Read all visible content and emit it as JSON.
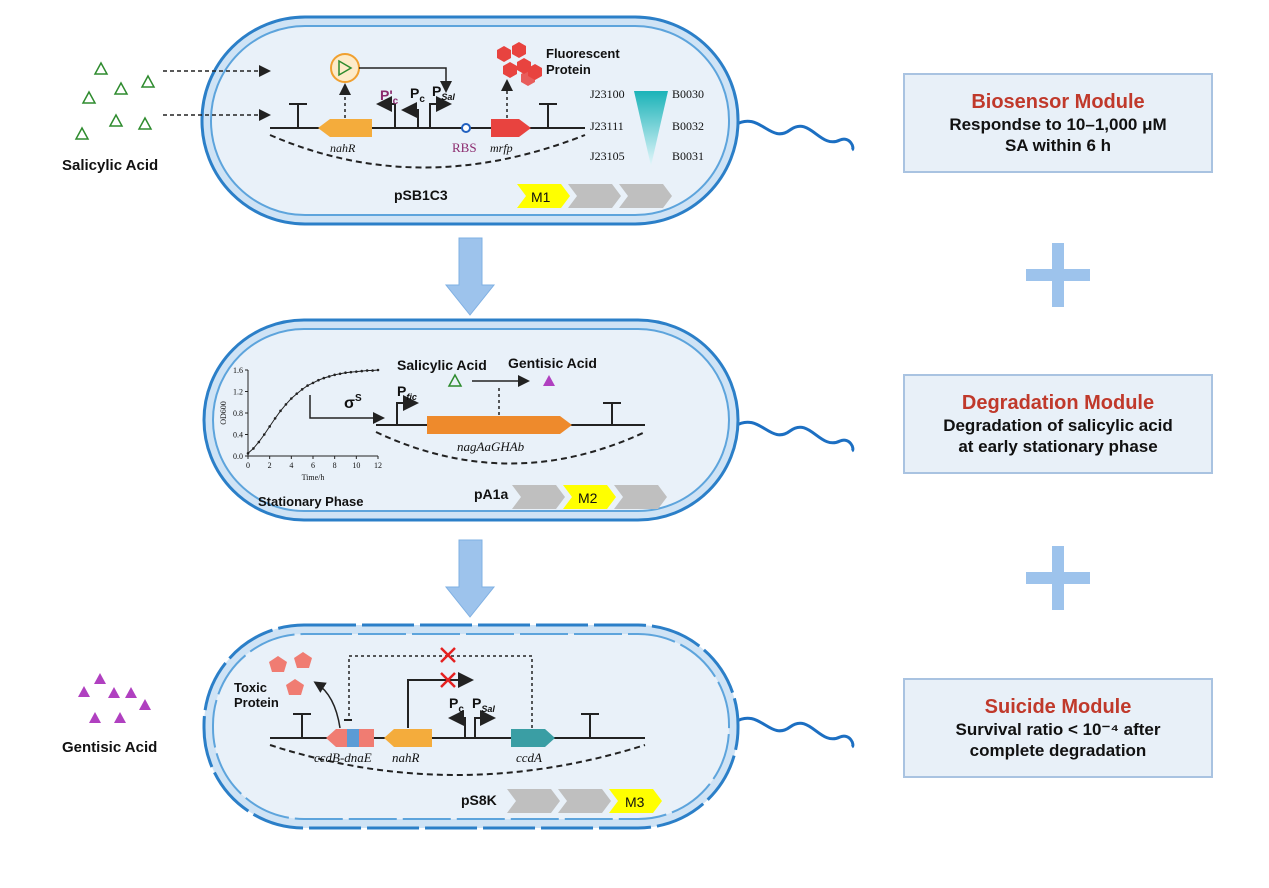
{
  "modules": [
    {
      "title": "Biosensor Module",
      "desc1": "Respondse to 10–1,000 μM",
      "desc2": "SA within 6 h"
    },
    {
      "title": "Degradation Module",
      "desc1": "Degradation of salicylic acid",
      "desc2": "at early stationary phase"
    },
    {
      "title": "Suicide Module",
      "desc1": "Survival ratio < 10⁻⁴ after",
      "desc2": "complete degradation"
    }
  ],
  "cell1": {
    "external_label": "Salicylic Acid",
    "plasmid": "pSB1C3",
    "gene_regulator": "nahR",
    "gene_reporter": "mrfp",
    "rbs": "RBS",
    "reporter_label_1": "Fluorescent",
    "reporter_label_2": "Protein",
    "promoter_pc_prime": "P'",
    "promoter_pc_prime_sub": "c",
    "promoter_pc": "P",
    "promoter_pc_sub": "c",
    "promoter_psal": "P",
    "promoter_psal_sub": "Sal",
    "promoters_list": [
      "J23100",
      "J23111",
      "J23105"
    ],
    "rbs_list": [
      "B0030",
      "B0032",
      "B0031"
    ],
    "tag": "M1"
  },
  "cell2": {
    "plasmid": "pA1a",
    "gene": "nagAaGHAb",
    "substrate": "Salicylic Acid",
    "product": "Gentisic Acid",
    "sigma": "σ",
    "sigma_sup": "S",
    "promoter": "P",
    "promoter_sub": "fic",
    "growth_caption": "Stationary Phase",
    "tag": "M2"
  },
  "growth_chart": {
    "chart_data": {
      "type": "line",
      "xlabel": "Time/h",
      "ylabel": "OD600",
      "xlim": [
        0,
        12
      ],
      "ylim": [
        0,
        1.6
      ],
      "xticks": [
        0,
        2,
        4,
        6,
        8,
        10,
        12
      ],
      "yticks": [
        0.0,
        0.4,
        0.8,
        1.2,
        1.6
      ],
      "x": [
        0,
        0.5,
        1,
        1.5,
        2,
        2.5,
        3,
        3.5,
        4,
        4.5,
        5,
        5.5,
        6,
        6.5,
        7,
        7.5,
        8,
        8.5,
        9,
        9.5,
        10,
        10.5,
        11,
        11.5,
        12
      ],
      "y": [
        0.05,
        0.14,
        0.26,
        0.4,
        0.55,
        0.7,
        0.84,
        0.96,
        1.07,
        1.16,
        1.24,
        1.31,
        1.36,
        1.41,
        1.45,
        1.48,
        1.51,
        1.53,
        1.55,
        1.56,
        1.57,
        1.58,
        1.59,
        1.59,
        1.6
      ]
    }
  },
  "cell3": {
    "external_label": "Gentisic Acid",
    "plasmid": "pS8K",
    "gene_toxin": "ccdB-dnaE",
    "gene_regulator": "nahR",
    "gene_antitoxin": "ccdA",
    "toxin_label_1": "Toxic",
    "toxin_label_2": "Protein",
    "promoter_pc": "P",
    "promoter_pc_sub": "c",
    "promoter_psal": "P",
    "promoter_psal_sub": "Sal",
    "tag": "M3"
  },
  "colors": {
    "module_title": "#c0392b",
    "cell_fill": "#e9f1f9",
    "cell_border": "#4f9bd6",
    "arrow": "#9dc3ec",
    "gene_orange": "#f4ac3c",
    "gene_red": "#e8433f",
    "gene_teal": "#3a9ea4",
    "tag_yellow": "#ffff00",
    "tag_gray": "#bfbfbf",
    "promoter_purple": "#8b2a6e",
    "sa_green": "#2e8b2e",
    "ga_purple": "#b040c0"
  },
  "icons": [
    "triangle-salicylic-icon",
    "triangle-gentisic-icon",
    "hexagon-protein-icon",
    "pentagon-toxin-icon",
    "plus-icon",
    "down-arrow-icon",
    "flagellum-icon",
    "terminator-icon",
    "promoter-arrow-icon",
    "inhibition-x-icon"
  ]
}
